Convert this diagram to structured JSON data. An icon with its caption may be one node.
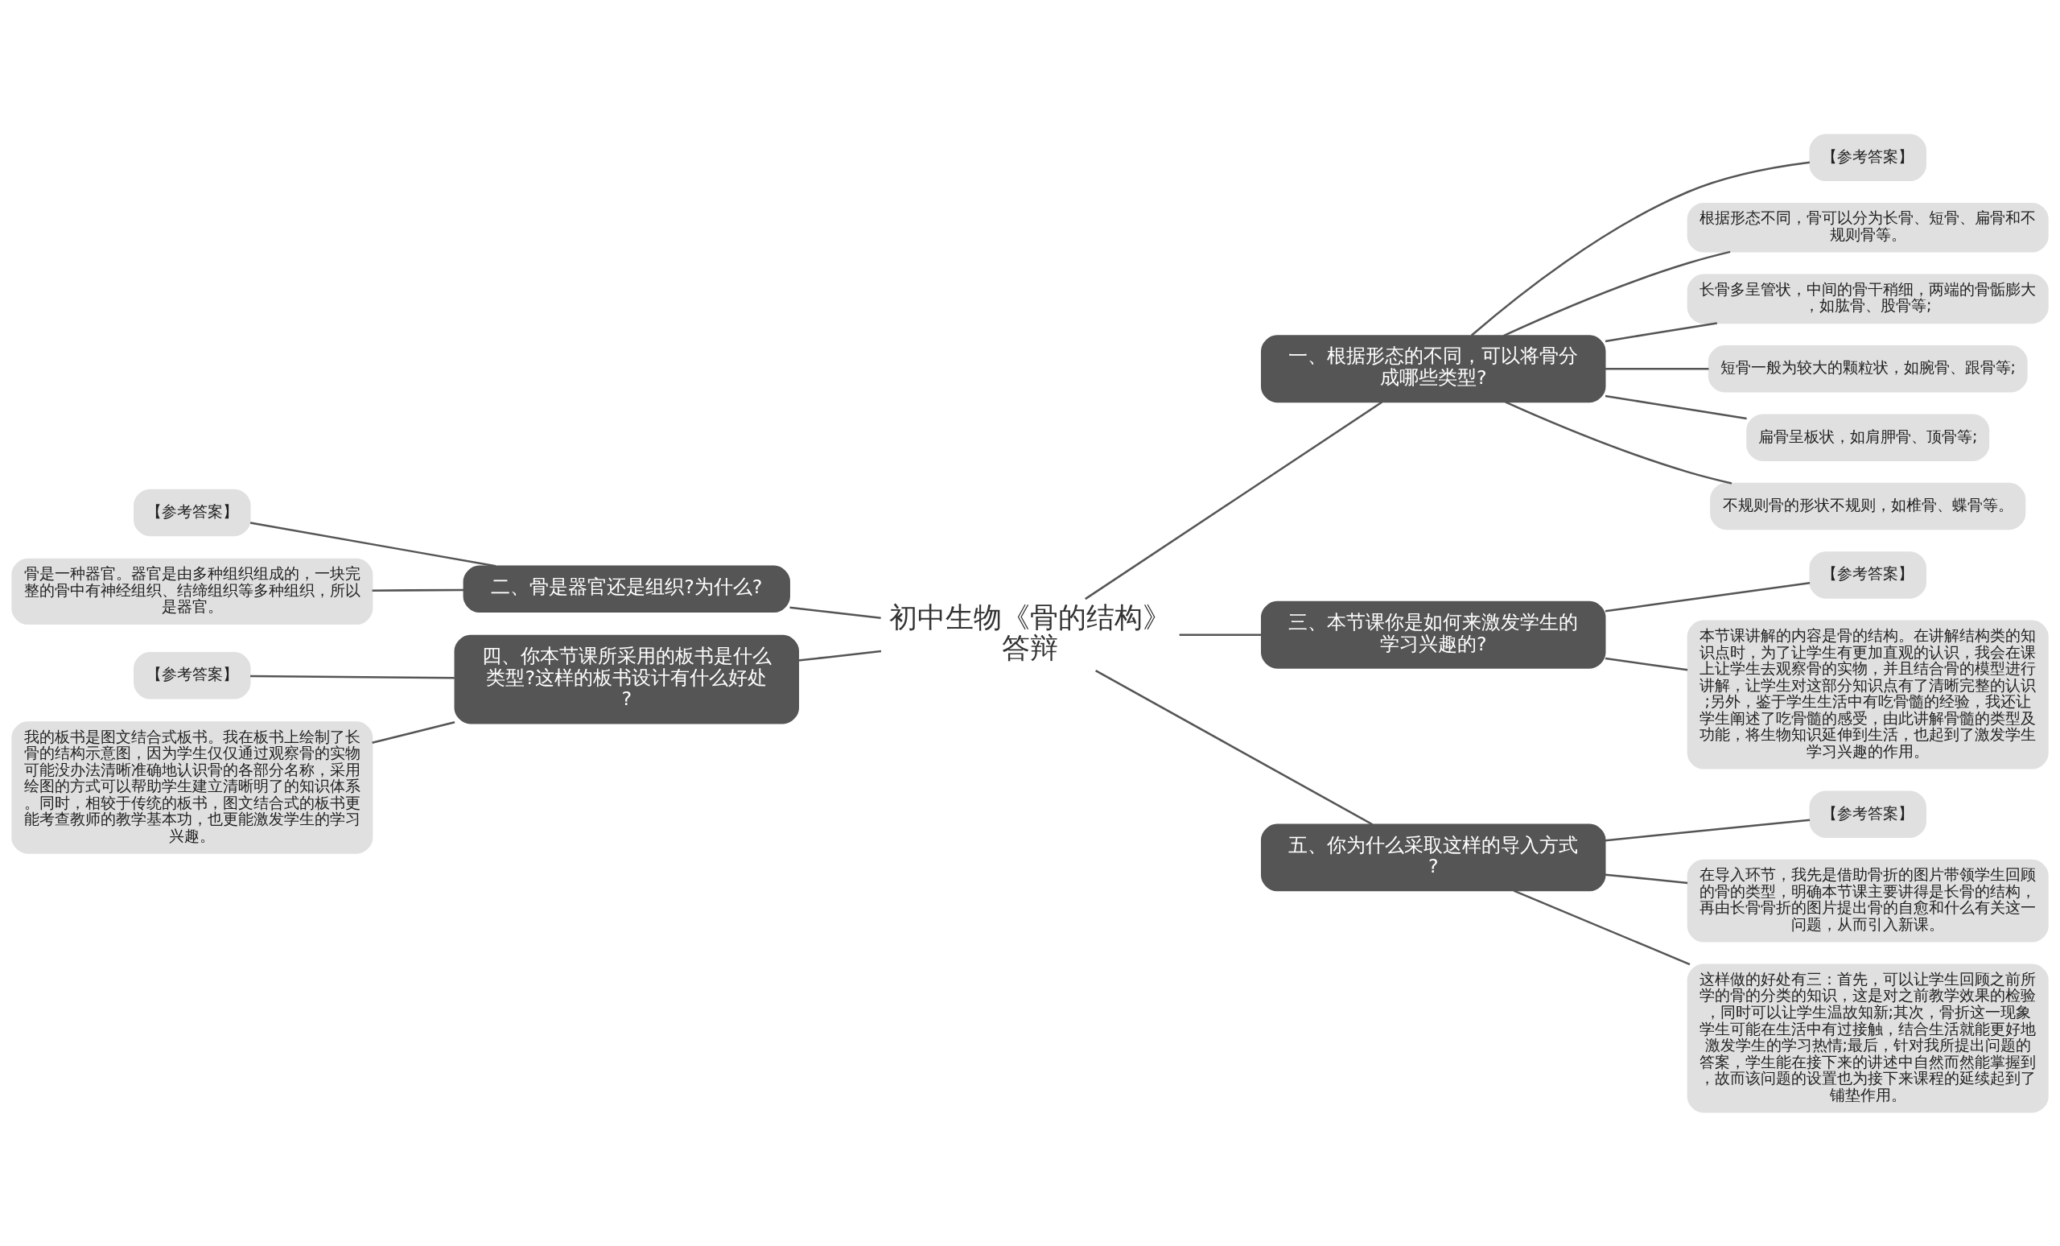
{
  "diagram": {
    "nodes": [
      {
        "text": [
          "初中生物《骨的结构》答辩"
        ]
      },
      {
        "text": [
          "一、根据形态的不同，可以将骨分成哪些类型?"
        ]
      },
      {
        "text": [
          "【参考答案】"
        ]
      },
      {
        "text": [
          "根据形态不同，骨可以分为长骨、短骨、扁骨和不规则骨等。"
        ]
      },
      {
        "text": [
          "长骨多呈管状，中间的骨干稍细，两端的骨骺膨大，如肱骨、股骨等;"
        ]
      },
      {
        "text": [
          "短骨一般为较大的颗粒状，如腕骨、跟骨等;"
        ]
      },
      {
        "text": [
          "扁骨呈板状，如肩胛骨、顶骨等;"
        ]
      },
      {
        "text": [
          "不规则骨的形状不规则，如椎骨、蝶骨等。"
        ]
      },
      {
        "text": [
          "二、骨是器官还是组织?为什么?"
        ]
      },
      {
        "text": [
          "【参考答案】"
        ]
      },
      {
        "text": [
          "骨是一种器官。器官是由多种组织组成的，一块完整的骨中有神经组织、结缔组织等多种组织，所以是器官。"
        ]
      },
      {
        "text": [
          "三、本节课你是如何来激发学生的学习兴趣的?"
        ]
      },
      {
        "text": [
          "【参考答案】"
        ]
      },
      {
        "text": [
          "本节课讲解的内容是骨的结构。在讲解结构类的知识点时，为了让学生有更加直观的认识，我会在课上让学生去观察骨的实物，并且结合骨的模型进行讲解，让学生对这部分知识点有了清晰完整的认识;另外，鉴于学生生活中有吃骨髓的经验，我还让学生阐述了吃骨髓的感受，由此讲解骨髓的类型及功能，将生物知识延伸到生活，也起到了激发学生学习兴趣的作用。"
        ]
      },
      {
        "text": [
          "四、你本节课所采用的板书是什么类型?这样的板书设计有什么好处?"
        ]
      },
      {
        "text": [
          "【参考答案】"
        ]
      },
      {
        "text": [
          "我的板书是图文结合式板书。我在板书上绘制了长骨的结构示意图，因为学生仅仅通过观察骨的实物可能没办法清晰准确地认识骨的各部分名称，采用绘图的方式可以帮助学生建立清晰明了的知识体系。同时，相较于传统的板书，图文结合式的板书更能考查教师的教学基本功，也更能激发学生的学习兴趣。"
        ]
      },
      {
        "text": [
          "五、你为什么采取这样的导入方式?"
        ]
      },
      {
        "text": [
          "【参考答案】"
        ]
      },
      {
        "text": [
          "在导入环节，我先是借助骨折的图片带领学生回顾的骨的类型，明确本节课主要讲得是长骨的结构，再由长骨骨折的图片提出骨的自愈和什么有关这一问题，从而引入新课。"
        ]
      },
      {
        "text": [
          "这样做的好处有三：首先，可以让学生回顾之前所学的骨的分类的知识，这是对之前教学效果的检验，同时可以让学生温故知新;其次，骨折这一现象学生可能在生活中有过接触，结合生活就能更好地激发学生的学习热情;最后，针对我所提出问题的答案，学生能在接下来的讲述中自然而然能掌握到，故而该问题的设置也为接下来课程的延续起到了铺垫作用。"
        ]
      }
    ],
    "edges": [
      {
        "from": 0,
        "to": 1,
        "arrow": "none"
      },
      {
        "from": 1,
        "to": 2,
        "arrow": "none"
      },
      {
        "from": 1,
        "to": 3,
        "arrow": "none"
      },
      {
        "from": 1,
        "to": 4,
        "arrow": "none"
      },
      {
        "from": 1,
        "to": 5,
        "arrow": "none"
      },
      {
        "from": 1,
        "to": 6,
        "arrow": "none"
      },
      {
        "from": 1,
        "to": 7,
        "arrow": "none"
      },
      {
        "from": 0,
        "to": 8,
        "arrow": "none"
      },
      {
        "from": 8,
        "to": 9,
        "arrow": "none"
      },
      {
        "from": 8,
        "to": 10,
        "arrow": "none"
      },
      {
        "from": 0,
        "to": 11,
        "arrow": "none"
      },
      {
        "from": 11,
        "to": 12,
        "arrow": "none"
      },
      {
        "from": 11,
        "to": 13,
        "arrow": "none"
      },
      {
        "from": 0,
        "to": 14,
        "arrow": "none"
      },
      {
        "from": 14,
        "to": 15,
        "arrow": "none"
      },
      {
        "from": 14,
        "to": 16,
        "arrow": "none"
      },
      {
        "from": 0,
        "to": 17,
        "arrow": "none"
      },
      {
        "from": 17,
        "to": 18,
        "arrow": "none"
      },
      {
        "from": 17,
        "to": 19,
        "arrow": "none"
      },
      {
        "from": 17,
        "to": 20,
        "arrow": "none"
      }
    ]
  }
}
